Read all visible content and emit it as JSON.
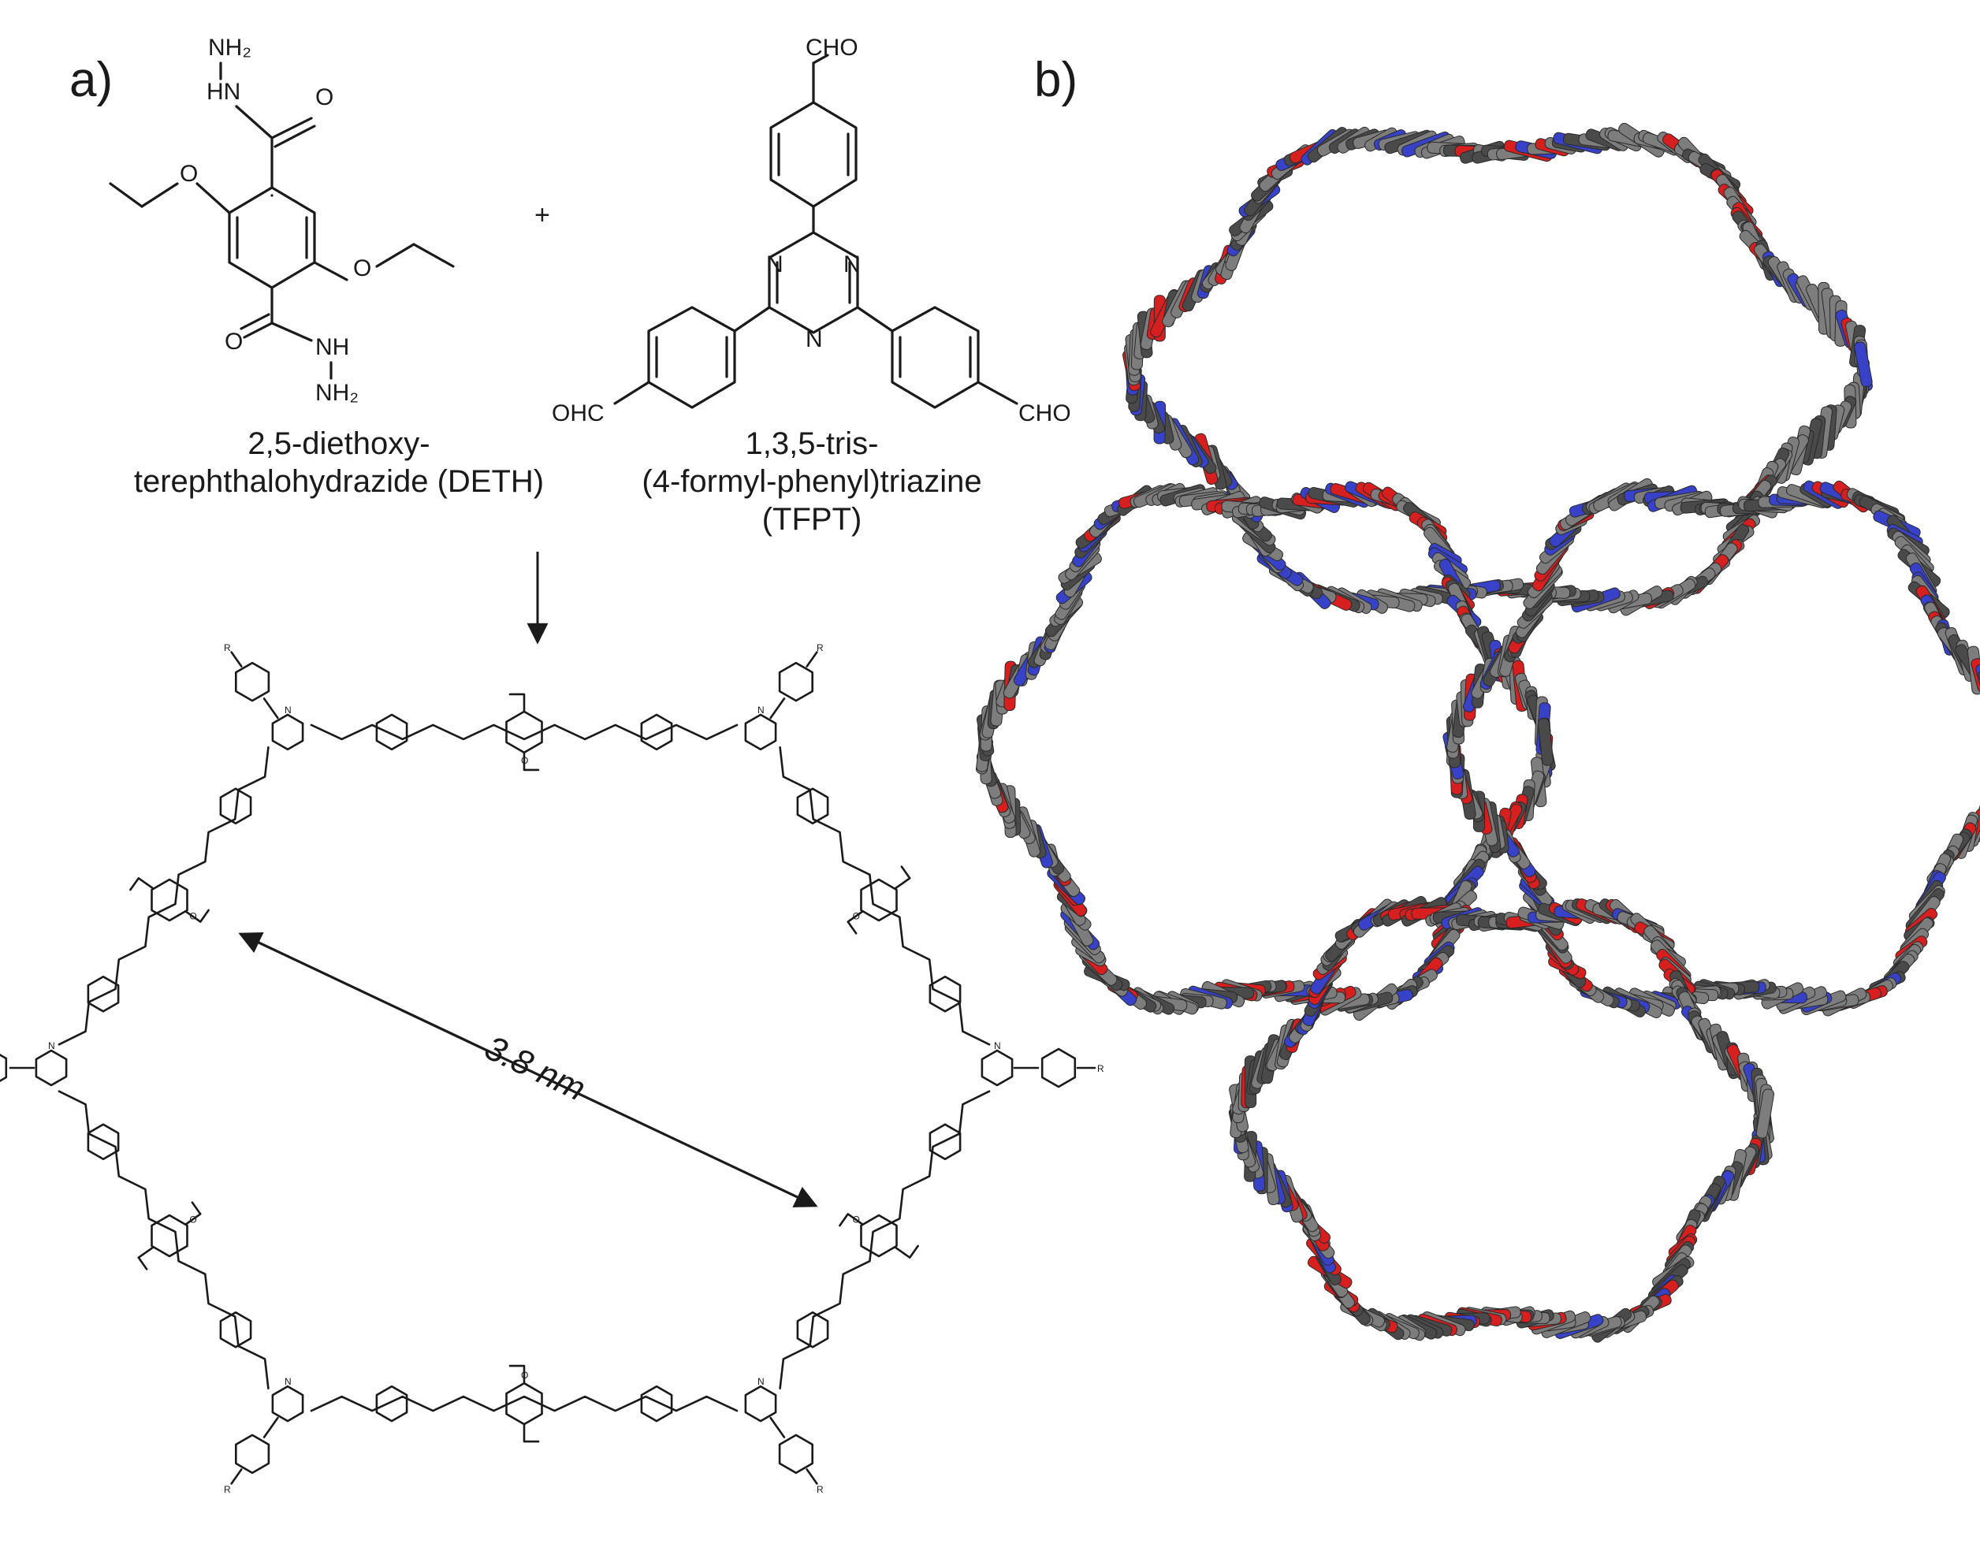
{
  "panel_a": {
    "label": "a)",
    "plus": "+",
    "deth": {
      "name_line1": "2,5-diethoxy-",
      "name_line2": "terephthalohydrazide (DETH)",
      "atoms": {
        "nh2": "NH₂",
        "hn": "HN",
        "o": "O",
        "nh": "NH"
      }
    },
    "tfpt": {
      "name_line1": "1,3,5-tris-",
      "name_line2": "(4-formyl-phenyl)triazine",
      "name_line3": "(TFPT)",
      "atoms": {
        "cho": "CHO",
        "ohc": "OHC",
        "n": "N"
      }
    },
    "pore": {
      "dimension": "3.8 nm",
      "end_group": "R",
      "atom_n": "N",
      "atom_o": "O"
    }
  },
  "panel_b": {
    "label": "b)",
    "colors": {
      "carbon": "#7d7d7d",
      "carbon_dark": "#4a4a4a",
      "nitrogen": "#3742c8",
      "oxygen": "#d81f1f"
    }
  }
}
